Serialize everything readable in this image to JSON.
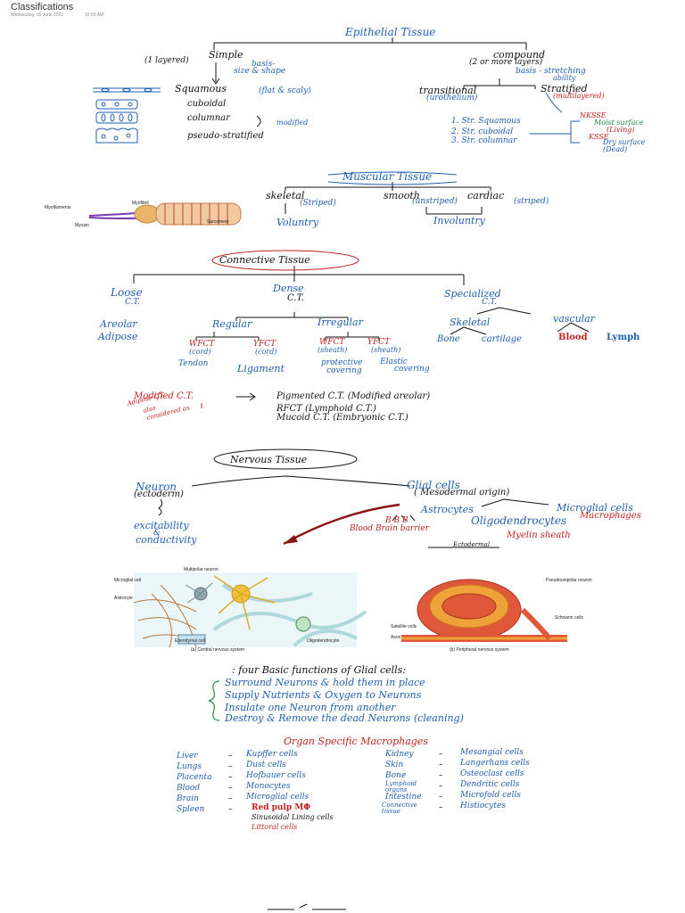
{
  "header": {
    "title": "Classifications",
    "date": "Wednesday, 15 June 2022",
    "time": "10:59 AM"
  },
  "epithelial": {
    "title": "Epithelial Tissue",
    "simple": "Simple",
    "simple_layers": "(1 layered)",
    "simple_basis": "basis-",
    "simple_basis2": "size & shape",
    "squamous": "Squamous",
    "squamous_note": "(flat & scaly)",
    "cuboidal": "cuboidal",
    "columnar": "columnar",
    "modified": "modified",
    "pseudo": "pseudo-stratified",
    "compound": "compound",
    "compound_layers": "(2 or more layers)",
    "compound_basis": "basis - stretching",
    "compound_basis2": "ability",
    "transitional": "transitional",
    "urothelium": "(urothelium)",
    "stratified": "Stratified",
    "multilayered": "(multilayered)",
    "str_squamous": "1. Str. Squamous",
    "str_cuboidal": "2. Str. cuboidal",
    "str_columnar": "3. Str. columnar",
    "nkss": "NKSSE",
    "moist": "Moist surface",
    "living": "(Living)",
    "kss": "KSSE",
    "dry": "Dry surface",
    "dead": "(Dead)"
  },
  "muscular": {
    "title": "Muscular Tissue",
    "skeletal": "skeletal",
    "striped": "(Striped)",
    "voluntary": "Voluntry",
    "smooth": "smooth",
    "unstriped": "(unstriped)",
    "cardiac": "cardiac",
    "cardiac_striped": "(striped)",
    "involuntary": "Involuntry",
    "fig": {
      "myofibril": "Myofibril",
      "myofilaments": "Myofilaments",
      "myosin": "Myosin",
      "sarcomere": "Sarcomere"
    }
  },
  "connective": {
    "title": "Connective Tissue",
    "loose": "Loose",
    "loose_ct": "C.T.",
    "areolar": "Areolar",
    "adipose": "Adipose",
    "dense": "Dense",
    "dense_ct": "C.T.",
    "regular": "Regular",
    "wfct1": "WFCT",
    "cord1": "(cord)",
    "yfct1": "YFCT",
    "cord2": "(cord)",
    "tendon": "Tendon",
    "ligament": "Ligament",
    "irregular": "Irregular",
    "wfct2": "WFCT",
    "sheath1": "(sheath)",
    "yfct2": "YFCT",
    "sheath2": "(sheath)",
    "protective": "protective",
    "covering1": "covering",
    "elastic": "Elastic",
    "covering2": "covering",
    "specialized": "Specialized",
    "specialized_ct": "C.T.",
    "skeletal": "Skeletal",
    "bone": "Bone",
    "cartilage": "cartilage",
    "vascular": "vascular",
    "blood": "Blood",
    "lymph": "Lymph",
    "modified": "Modified C.T.",
    "mod_note1": "Adipose C.T.",
    "mod_note2": "also",
    "mod_note3": "considered as",
    "pigmented": "Pigmented C.T. (Modified areolar)",
    "rfct": "RFCT (Lymphoid C.T.)",
    "mucoid": "Mucoid C.T. (Embryonic C.T.)"
  },
  "nervous": {
    "title": "Nervous Tissue",
    "neuron": "Neuron",
    "ectoderm": "(ectoderm)",
    "excitability": "excitability",
    "and": "&",
    "conductivity": "conductivity",
    "glial": "Glial cells",
    "mesodermal": "( Mesodermal origin)",
    "astrocytes": "Astrocytes",
    "bbb": "B B B",
    "bbb_full": "Blood Brain barrier",
    "oligodendrocytes": "Oligodendrocytes",
    "myelin": "Myelin sheath",
    "ectodermal": "Ectodermal",
    "microglial": "Microglial cells",
    "macrophages": "Macrophages"
  },
  "figures": {
    "cns": {
      "microglial": "Microglial cell",
      "multipolar": "Multipolar neuron",
      "astrocyte": "Astrocyte",
      "ependymal": "Ependymal cell",
      "oligodendrocyte": "Oligodendrocyte",
      "caption": "(a) Central nervous system"
    },
    "pns": {
      "pseudo": "Pseudounipolar neuron",
      "satellite": "Satellite cells",
      "schwann": "Schwann cells",
      "axon": "Axon",
      "caption": "(b) Peripheral nervous system"
    }
  },
  "glial_functions": {
    "heading": ": four Basic functions of Glial cells:",
    "items": [
      "Surround Neurons & hold them in place",
      "Supply Nutrients & Oxygen to Neurons",
      "Insulate one Neuron from another",
      "Destroy & Remove the dead Neurons (cleaning)"
    ]
  },
  "macrophages": {
    "title": "Organ Specific Macrophages",
    "left": [
      {
        "organ": "Liver",
        "cell": "Kupffer cells"
      },
      {
        "organ": "Lungs",
        "cell": "Dust cells"
      },
      {
        "organ": "Placenta",
        "cell": "Hofbauer cells"
      },
      {
        "organ": "Blood",
        "cell": "Monocytes"
      },
      {
        "organ": "Brain",
        "cell": "Microglial cells"
      },
      {
        "organ": "Spleen",
        "cell": "Red pulp MΦ"
      }
    ],
    "spleen_extra1": "Sinusoidal Lining cells",
    "spleen_extra2": "Littoral cells",
    "right": [
      {
        "organ": "Kidney",
        "cell": "Mesangial cells"
      },
      {
        "organ": "Skin",
        "cell": "Langerhans cells"
      },
      {
        "organ": "Bone",
        "cell": "Osteoclast cells"
      },
      {
        "organ": "Lymphoid organs",
        "cell": "Dendritic cells"
      },
      {
        "organ": "Intestine",
        "cell": "Microfold cells"
      },
      {
        "organ": "Connective tissue",
        "cell": "Histiocytes"
      }
    ],
    "dash": "–"
  },
  "colors": {
    "blue": "#1f5fb0",
    "black": "#111111",
    "red": "#c0231e",
    "green": "#1f8a3a"
  }
}
